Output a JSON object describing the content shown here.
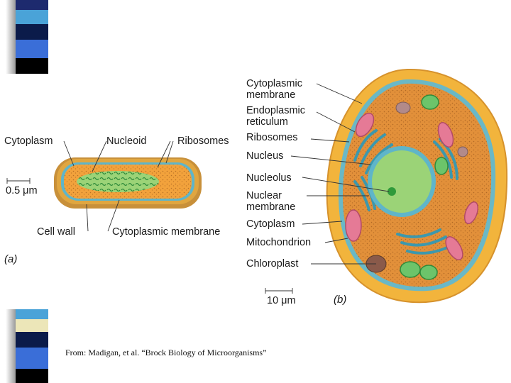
{
  "diagram_a": {
    "labels": {
      "cytoplasm": "Cytoplasm",
      "nucleoid": "Nucleoid",
      "ribosomes": "Ribosomes",
      "scale": "0.5 μm",
      "cell_wall": "Cell wall",
      "cytoplasmic_membrane": "Cytoplasmic membrane"
    },
    "panel": "(a)"
  },
  "diagram_b": {
    "labels": {
      "cytoplasmic_membrane": "Cytoplasmic\nmembrane",
      "endoplasmic_reticulum": "Endoplasmic\nreticulum",
      "ribosomes": "Ribosomes",
      "nucleus": "Nucleus",
      "nucleolus": "Nucleolus",
      "nuclear_membrane": "Nuclear\nmembrane",
      "cytoplasm": "Cytoplasm",
      "mitochondrion": "Mitochondrion",
      "chloroplast": "Chloroplast",
      "scale": "10 μm"
    },
    "panel": "(b)"
  },
  "caption": "From: Madigan, et al. “Brock Biology of Microorganisms”",
  "colors": {
    "strip_top": [
      "#1d2a6e",
      "#4aa3d8",
      "#0b1b4a",
      "#3a6ed8",
      "#000000"
    ],
    "strip_bottom": [
      "#4aa3d8",
      "#ece6b8",
      "#0b1b4a",
      "#3a6ed8",
      "#000000"
    ],
    "cell_wall": "#f0b43c",
    "cytoplasm": "#e2903a",
    "membrane": "#5fb5c9",
    "nucleus": "#8fd06a",
    "mitochondrion": "#e57a96",
    "chloroplast": "#6cc46a"
  }
}
